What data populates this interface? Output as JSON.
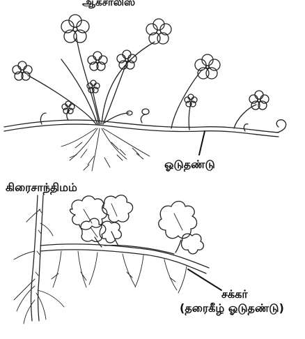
{
  "figure": {
    "top_title": "ஆகசாலிஸ",
    "runner_label": "ஓடுதண்டு",
    "bottom_title": "கிரைசாந்திமம்",
    "sucker_label": "சக்கர்",
    "sucker_label_paren": "(தரைகீழ் ஓடுதண்டு)"
  }
}
